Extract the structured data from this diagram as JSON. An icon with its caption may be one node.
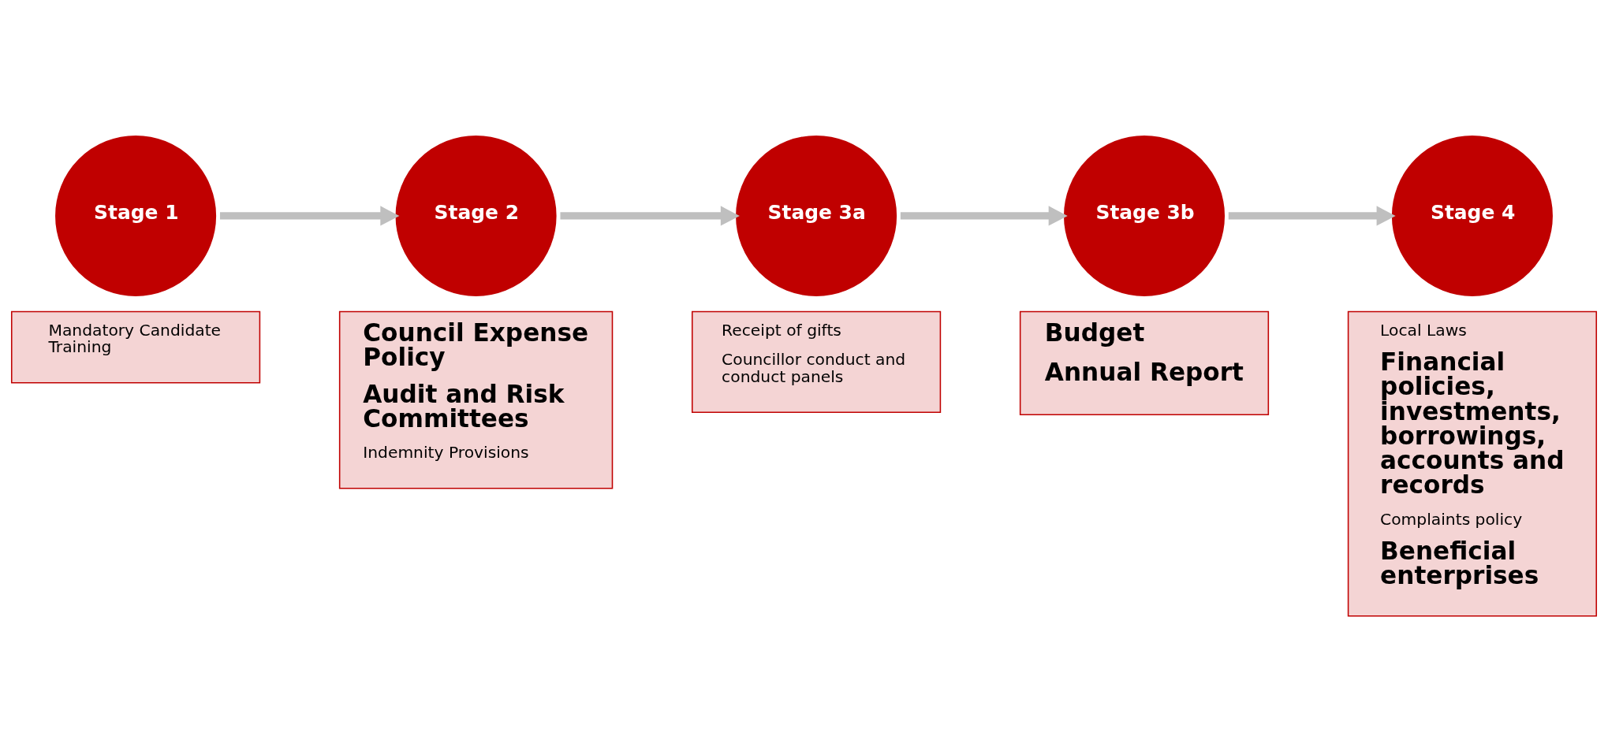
{
  "diagram": {
    "nodes": [
      {
        "text": [
          "Stage 1"
        ],
        "beside": [
          "Mandatory Candidate Training"
        ]
      },
      {
        "text": [
          "Stage 2"
        ],
        "beside": [
          "Council Expense Policy",
          "Audit and Risk Committees",
          "Indemnity Provisions"
        ]
      },
      {
        "text": [
          "Stage 3a"
        ],
        "beside": [
          "Receipt of gifts",
          "Councillor conduct and conduct panels"
        ]
      },
      {
        "text": [
          "Stage 3b"
        ],
        "beside": [
          "Budget",
          "Annual Report"
        ]
      },
      {
        "text": [
          "Stage 4"
        ],
        "beside": [
          "Local Laws",
          "Financial policies, investments, borrowings, accounts and records",
          "Complaints policy",
          "Beneficial enterprises"
        ]
      }
    ],
    "edges": [
      {
        "from": 0,
        "to": 1,
        "arrow": "to"
      },
      {
        "from": 1,
        "to": 2,
        "arrow": "to"
      },
      {
        "from": 2,
        "to": 3,
        "arrow": "to"
      },
      {
        "from": 3,
        "to": 4,
        "arrow": "to"
      }
    ]
  }
}
